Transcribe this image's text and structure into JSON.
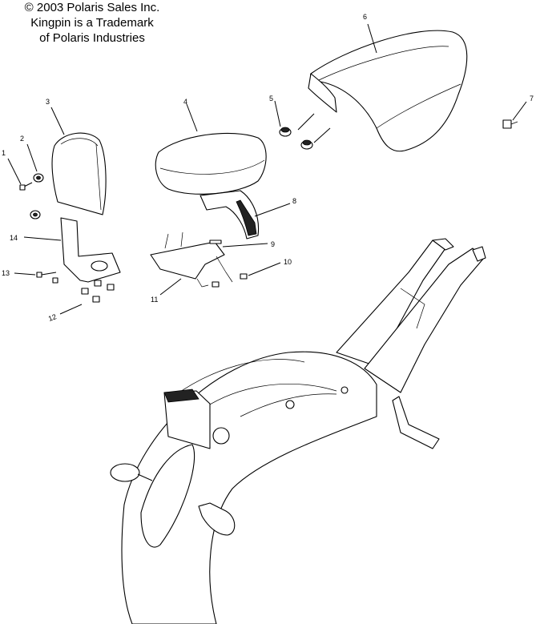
{
  "header": {
    "line1": "© 2003 Polaris Sales Inc.",
    "line2": "Kingpin is a Trademark",
    "line3": "of Polaris Industries"
  },
  "callouts": [
    "1",
    "2",
    "3",
    "4",
    "5",
    "6",
    "7",
    "8",
    "9",
    "10",
    "11",
    "12",
    "13",
    "14"
  ]
}
